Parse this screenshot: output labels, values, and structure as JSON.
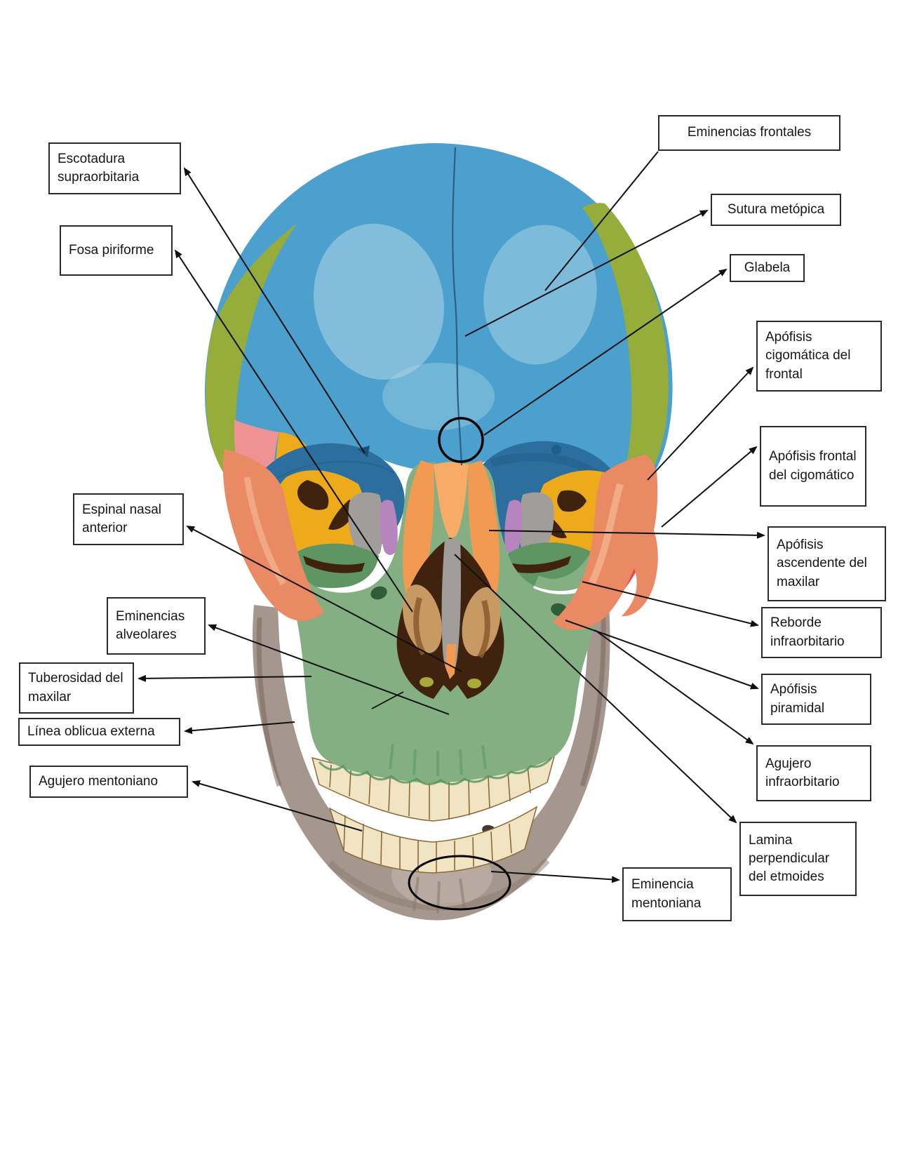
{
  "labels": [
    {
      "id": "escotadura-supraorbitaria",
      "text": "Escotadura supraorbitaria"
    },
    {
      "id": "fosa-piriforme",
      "text": "Fosa piriforme"
    },
    {
      "id": "espinal-nasal-anterior",
      "text": "Espinal nasal anterior"
    },
    {
      "id": "eminencias-alveolares",
      "text": "Eminencias alveolares"
    },
    {
      "id": "tuberosidad-del-maxilar",
      "text": "Tuberosidad del maxilar"
    },
    {
      "id": "linea-oblicua-externa",
      "text": "Línea oblicua externa"
    },
    {
      "id": "agujero-mentoniano",
      "text": "Agujero mentoniano"
    },
    {
      "id": "eminencias-frontales",
      "text": "Eminencias frontales"
    },
    {
      "id": "sutura-metopica",
      "text": "Sutura metópica"
    },
    {
      "id": "glabela",
      "text": "Glabela"
    },
    {
      "id": "apofisis-cigomatica-del-frontal",
      "text": "Apófisis cigomática del frontal"
    },
    {
      "id": "apofisis-frontal-del-cigomatico",
      "text": "Apófisis frontal del cigomático"
    },
    {
      "id": "apofisis-ascendente-del-maxilar",
      "text": "Apófisis ascendente del maxilar"
    },
    {
      "id": "reborde-infraorbitario",
      "text": "Reborde infraorbitario"
    },
    {
      "id": "apofisis-piramidal",
      "text": "Apófisis piramidal"
    },
    {
      "id": "agujero-infraorbitario",
      "text": "Agujero infraorbitario"
    },
    {
      "id": "lamina-perpendicular-del-etmoides",
      "text": "Lamina perpendicular del etmoides"
    },
    {
      "id": "eminencia-mentoniana",
      "text": "Eminencia mentoniana"
    }
  ],
  "palette": {
    "blue": "#4ba0cd",
    "blue_light": "#b9dcea",
    "blue_dark": "#2c6e9e",
    "blue_deep": "#1f5b86",
    "olive": "#96ad3c",
    "pink": "#ef9294",
    "red": "#e1474f",
    "yellow": "#edaa1b",
    "yellow_light": "#f6d374",
    "salmon": "#e98a64",
    "salmon_light": "#f4b593",
    "orange": "#f29a52",
    "gray": "#a09d9a",
    "purple": "#b685bd",
    "sage": "#84af83",
    "sage_dark": "#55915c",
    "sage_deep": "#2f5d38",
    "brown_dark": "#40230e",
    "tan": "#c69a62",
    "tan_dark": "#8a5a2e",
    "cream": "#f1e4c2",
    "tooth_outline": "#8a6a3a",
    "mandible": "#a5968e",
    "mandible_dark": "#7c675c",
    "mandible_light": "#c8bbaf",
    "ink": "#101010",
    "cyan_marker": "#5aa8d8"
  }
}
